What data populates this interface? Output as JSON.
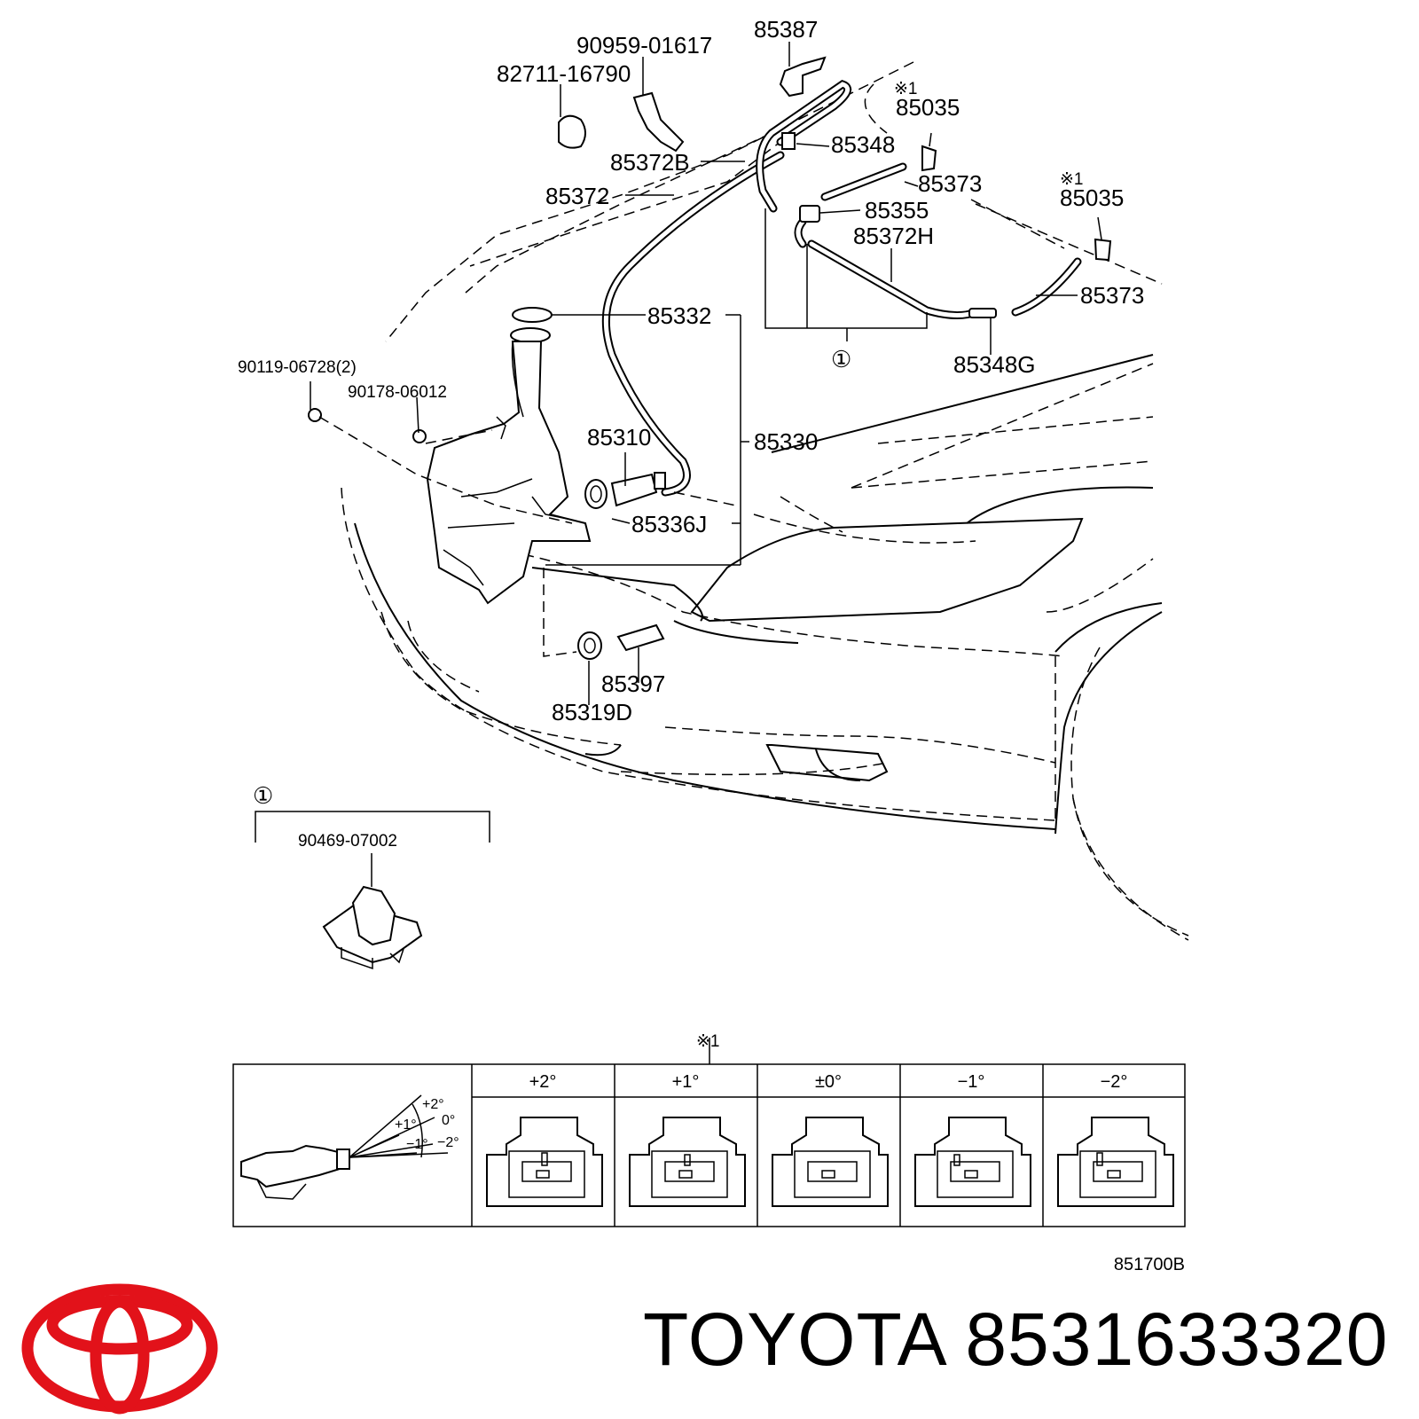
{
  "parts": {
    "p85387": "85387",
    "p90959": "90959-01617",
    "p82711": "82711-16790",
    "p85348": "85348",
    "p85372B": "85372B",
    "p85372": "85372",
    "p85035a": "85035",
    "p85035b": "85035",
    "p85373a": "85373",
    "p85373b": "85373",
    "p85355": "85355",
    "p85372H": "85372H",
    "p85348G": "85348G",
    "p85332": "85332",
    "p90119": "90119-06728(2)",
    "p90178": "90178-06012",
    "p85310": "85310",
    "p85330": "85330",
    "p85336J": "85336J",
    "p85397": "85397",
    "p85319D": "85319D",
    "p90469": "90469-07002"
  },
  "marks": {
    "note1": "※1",
    "circle1": "①"
  },
  "angle_table": {
    "headers": [
      "+2°",
      "+1°",
      "±0°",
      "−1°",
      "−2°"
    ],
    "diagram_labels": [
      "+2°",
      "+1°",
      "0°",
      "−1°",
      "−2°"
    ]
  },
  "diagram_code": "851700B",
  "brand": {
    "name": "TOYOTA",
    "part_number": "8531633320",
    "logo": "toyota-logo",
    "logo_color": "#E2121A"
  }
}
